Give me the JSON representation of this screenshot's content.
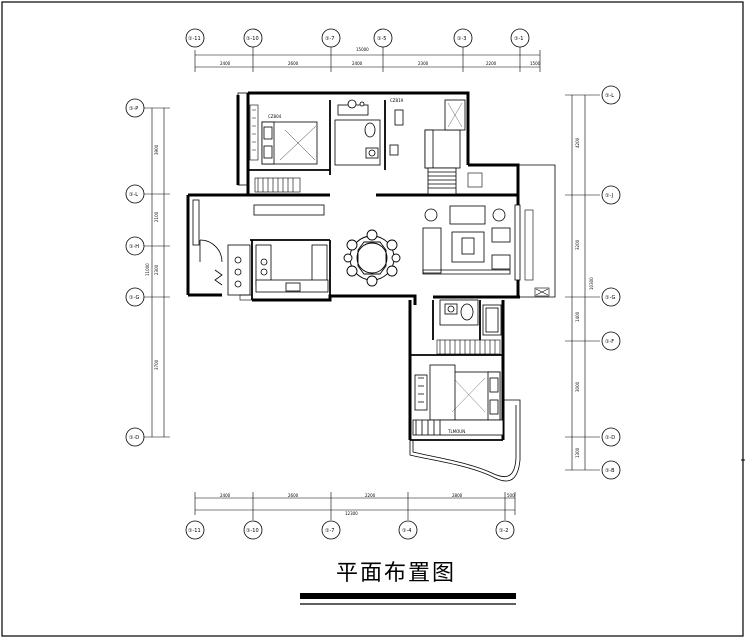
{
  "title": "平面布置图",
  "top_axes": [
    "①-11",
    "①-10",
    "①-7",
    "①-5",
    "①-3",
    "①-1"
  ],
  "top_dims": [
    "2400",
    "2600",
    "2400",
    "2300",
    "2200",
    "1500"
  ],
  "top_total": "15000",
  "bottom_axes": [
    "①-11",
    "①-10",
    "①-7",
    "①-4",
    "①-2"
  ],
  "bottom_dims": [
    "2400",
    "2600",
    "2200",
    "2800",
    "500"
  ],
  "bottom_total": "12300",
  "left_axes": [
    "①-P",
    "①-L",
    "①-H",
    "①-G",
    "①-D"
  ],
  "left_dims": [
    "3900",
    "2100",
    "2300",
    "3700"
  ],
  "left_total": "11000",
  "right_axes": [
    "①-L",
    "①-J",
    "①-G",
    "①-F",
    "①-D",
    "①-B"
  ],
  "right_dims": [
    "4200",
    "3200",
    "1400",
    "3000",
    "1300"
  ],
  "right_total": "10300",
  "room_labels": {
    "master_bed": "CZ804",
    "study": "CZ819",
    "bed2": "TLMOUN"
  }
}
